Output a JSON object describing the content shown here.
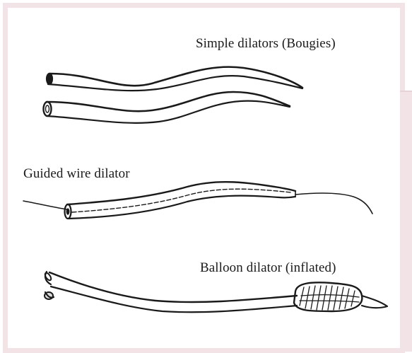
{
  "labels": {
    "simple": "Simple dilators (Bougies)",
    "guided": "Guided wire dilator",
    "balloon": "Balloon dilator (inflated)"
  },
  "colors": {
    "frame_border": "#f2e4e6",
    "ink": "#1a1a1a",
    "background": "#ffffff"
  }
}
